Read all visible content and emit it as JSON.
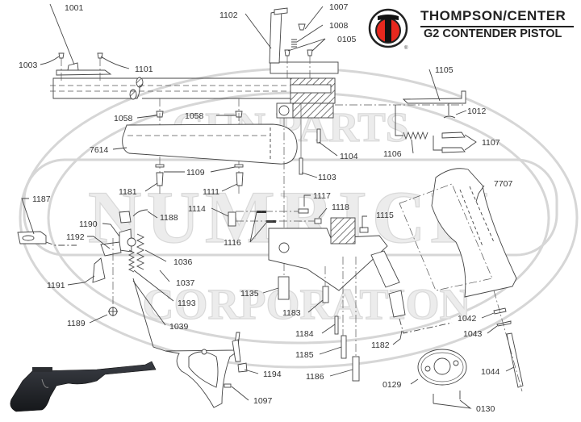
{
  "header": {
    "brand": "Thompson/Center",
    "brand_display": "THOMPSON/CENTER",
    "model": "G2 CONTENDER PISTOL",
    "logo_icon": "tc-logo-icon",
    "logo_color": "#e8281e",
    "registered_mark": "®"
  },
  "watermark": {
    "line1": "GUN PARTS",
    "line2": "NUMRICH",
    "line3": "CORPORATION"
  },
  "parts": [
    {
      "id": "1001"
    },
    {
      "id": "1003"
    },
    {
      "id": "1101"
    },
    {
      "id": "1102"
    },
    {
      "id": "1007"
    },
    {
      "id": "1008"
    },
    {
      "id": "0105"
    },
    {
      "id": "1105"
    },
    {
      "id": "1012"
    },
    {
      "id": "1106"
    },
    {
      "id": "1107"
    },
    {
      "id": "1058"
    },
    {
      "id": "1058"
    },
    {
      "id": "7614"
    },
    {
      "id": "1104"
    },
    {
      "id": "1103"
    },
    {
      "id": "1109"
    },
    {
      "id": "1181"
    },
    {
      "id": "1111"
    },
    {
      "id": "1117"
    },
    {
      "id": "1118"
    },
    {
      "id": "1114"
    },
    {
      "id": "1115"
    },
    {
      "id": "1116"
    },
    {
      "id": "1187"
    },
    {
      "id": "1188"
    },
    {
      "id": "1190"
    },
    {
      "id": "1192"
    },
    {
      "id": "1036"
    },
    {
      "id": "1037"
    },
    {
      "id": "1191"
    },
    {
      "id": "1193"
    },
    {
      "id": "1189"
    },
    {
      "id": "1039"
    },
    {
      "id": "1135"
    },
    {
      "id": "1183"
    },
    {
      "id": "1184"
    },
    {
      "id": "1185"
    },
    {
      "id": "1186"
    },
    {
      "id": "1182"
    },
    {
      "id": "7707"
    },
    {
      "id": "1042"
    },
    {
      "id": "1043"
    },
    {
      "id": "1044"
    },
    {
      "id": "1194"
    },
    {
      "id": "1097"
    },
    {
      "id": "0129"
    },
    {
      "id": "0130"
    }
  ],
  "product_image": {
    "label": "pistol-photo"
  }
}
